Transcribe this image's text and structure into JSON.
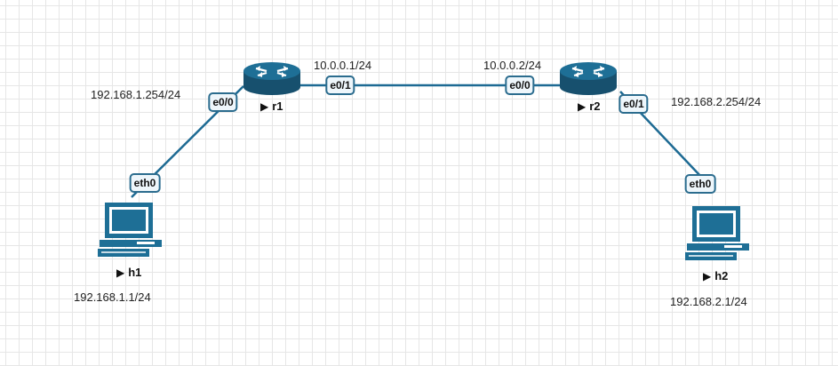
{
  "colors": {
    "link": "#1d6a93",
    "device": "#1e6f96",
    "device_dark": "#17506e",
    "iface_border": "#2b6c8e"
  },
  "nodes": {
    "r1": {
      "label": "r1",
      "icon": "router-icon"
    },
    "r2": {
      "label": "r2",
      "icon": "router-icon"
    },
    "h1": {
      "label": "h1",
      "icon": "computer-icon"
    },
    "h2": {
      "label": "h2",
      "icon": "computer-icon"
    }
  },
  "interfaces": {
    "r1_e00": "e0/0",
    "r1_e01": "e0/1",
    "r2_e00": "e0/0",
    "r2_e01": "e0/1",
    "h1_eth0": "eth0",
    "h2_eth0": "eth0"
  },
  "addresses": {
    "r1_e00": "192.168.1.254/24",
    "r1_e01": "10.0.0.1/24",
    "r2_e00": "10.0.0.2/24",
    "r2_e01": "192.168.2.254/24",
    "h1": "192.168.1.1/24",
    "h2": "192.168.2.1/24"
  }
}
